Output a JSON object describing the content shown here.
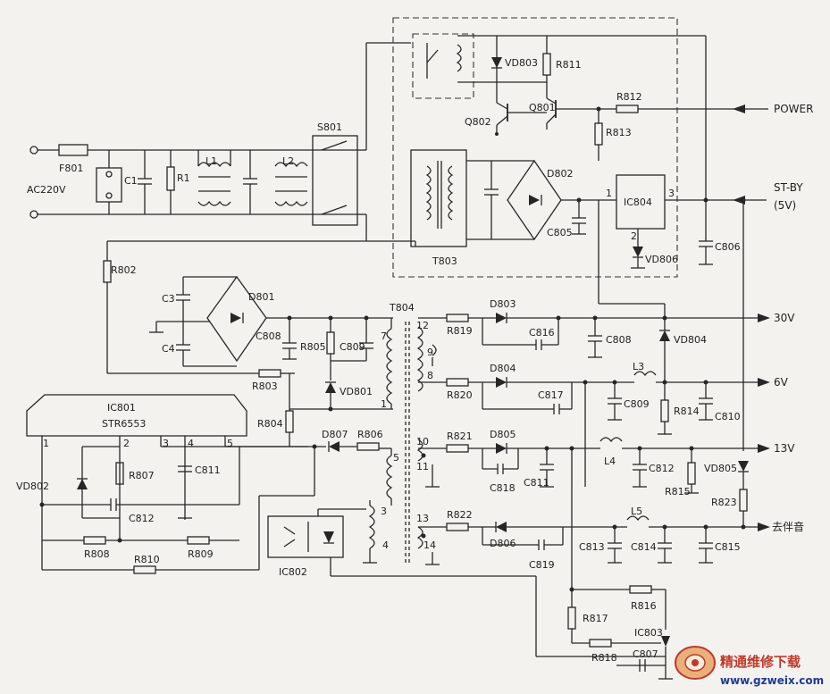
{
  "labels": {
    "ac220v": "AC220V",
    "f801": "F801",
    "c1": "C1",
    "r1": "R1",
    "l1": "L1",
    "l2": "L2",
    "s801": "S801",
    "vd803": "VD803",
    "r811": "R811",
    "q802": "Q802",
    "q801": "Q801",
    "r812": "R812",
    "power": "POWER",
    "r813": "R813",
    "d802": "D802",
    "t803": "T803",
    "c805": "C805",
    "ic804": "IC804",
    "ic804_1": "1",
    "ic804_2": "2",
    "ic804_3": "3",
    "vd806": "VD806",
    "c806": "C806",
    "stby": "ST-BY",
    "stby5": "(5V)",
    "r802": "R802",
    "c3": "C3",
    "c4": "C4",
    "d801": "D801",
    "t804": "T804",
    "c808a": "C808",
    "r805": "R805",
    "c809a": "C809",
    "vd801": "VD801",
    "r803": "R803",
    "r804": "R804",
    "ic801": "IC801",
    "str": "STR6553",
    "p1": "1",
    "p2": "2",
    "p3": "3",
    "p4": "4",
    "p5": "5",
    "vd802": "VD802",
    "r807": "R807",
    "c811a": "C811",
    "c812": "C812",
    "r808": "R808",
    "r809": "R809",
    "r810": "R810",
    "d807": "D807",
    "r806": "R806",
    "ic802": "IC802",
    "w5": "5",
    "w3": "3",
    "w4": "4",
    "w7": "7",
    "w1": "1",
    "w12": "12",
    "w9": "9",
    "w8": "8",
    "w10": "10",
    "w11": "11",
    "w13": "13",
    "w14": "14",
    "r819": "R819",
    "d803": "D803",
    "c816": "C816",
    "c808b": "C808",
    "vd804": "VD804",
    "v30": "30V",
    "d804": "D804",
    "r820": "R820",
    "c817": "C817",
    "l3": "L3",
    "c809b": "C809",
    "r814": "R814",
    "c810": "C810",
    "v6": "6V",
    "r821": "R821",
    "d805": "D805",
    "c818": "C818",
    "c811b": "C811",
    "l4": "L4",
    "c812b": "C812",
    "r815": "R815",
    "vd805": "VD805",
    "v13": "13V",
    "r823": "R823",
    "r822": "R822",
    "d806": "D806",
    "c819": "C819",
    "l5": "L5",
    "c813": "C813",
    "c814": "C814",
    "c815": "C815",
    "audio": "去伴音",
    "r817": "R817",
    "r816": "R816",
    "r818": "R818",
    "ic803": "IC803",
    "c807": "C807"
  },
  "watermark": {
    "cn": "精通维修下载",
    "url": "www.gzweix.com"
  }
}
